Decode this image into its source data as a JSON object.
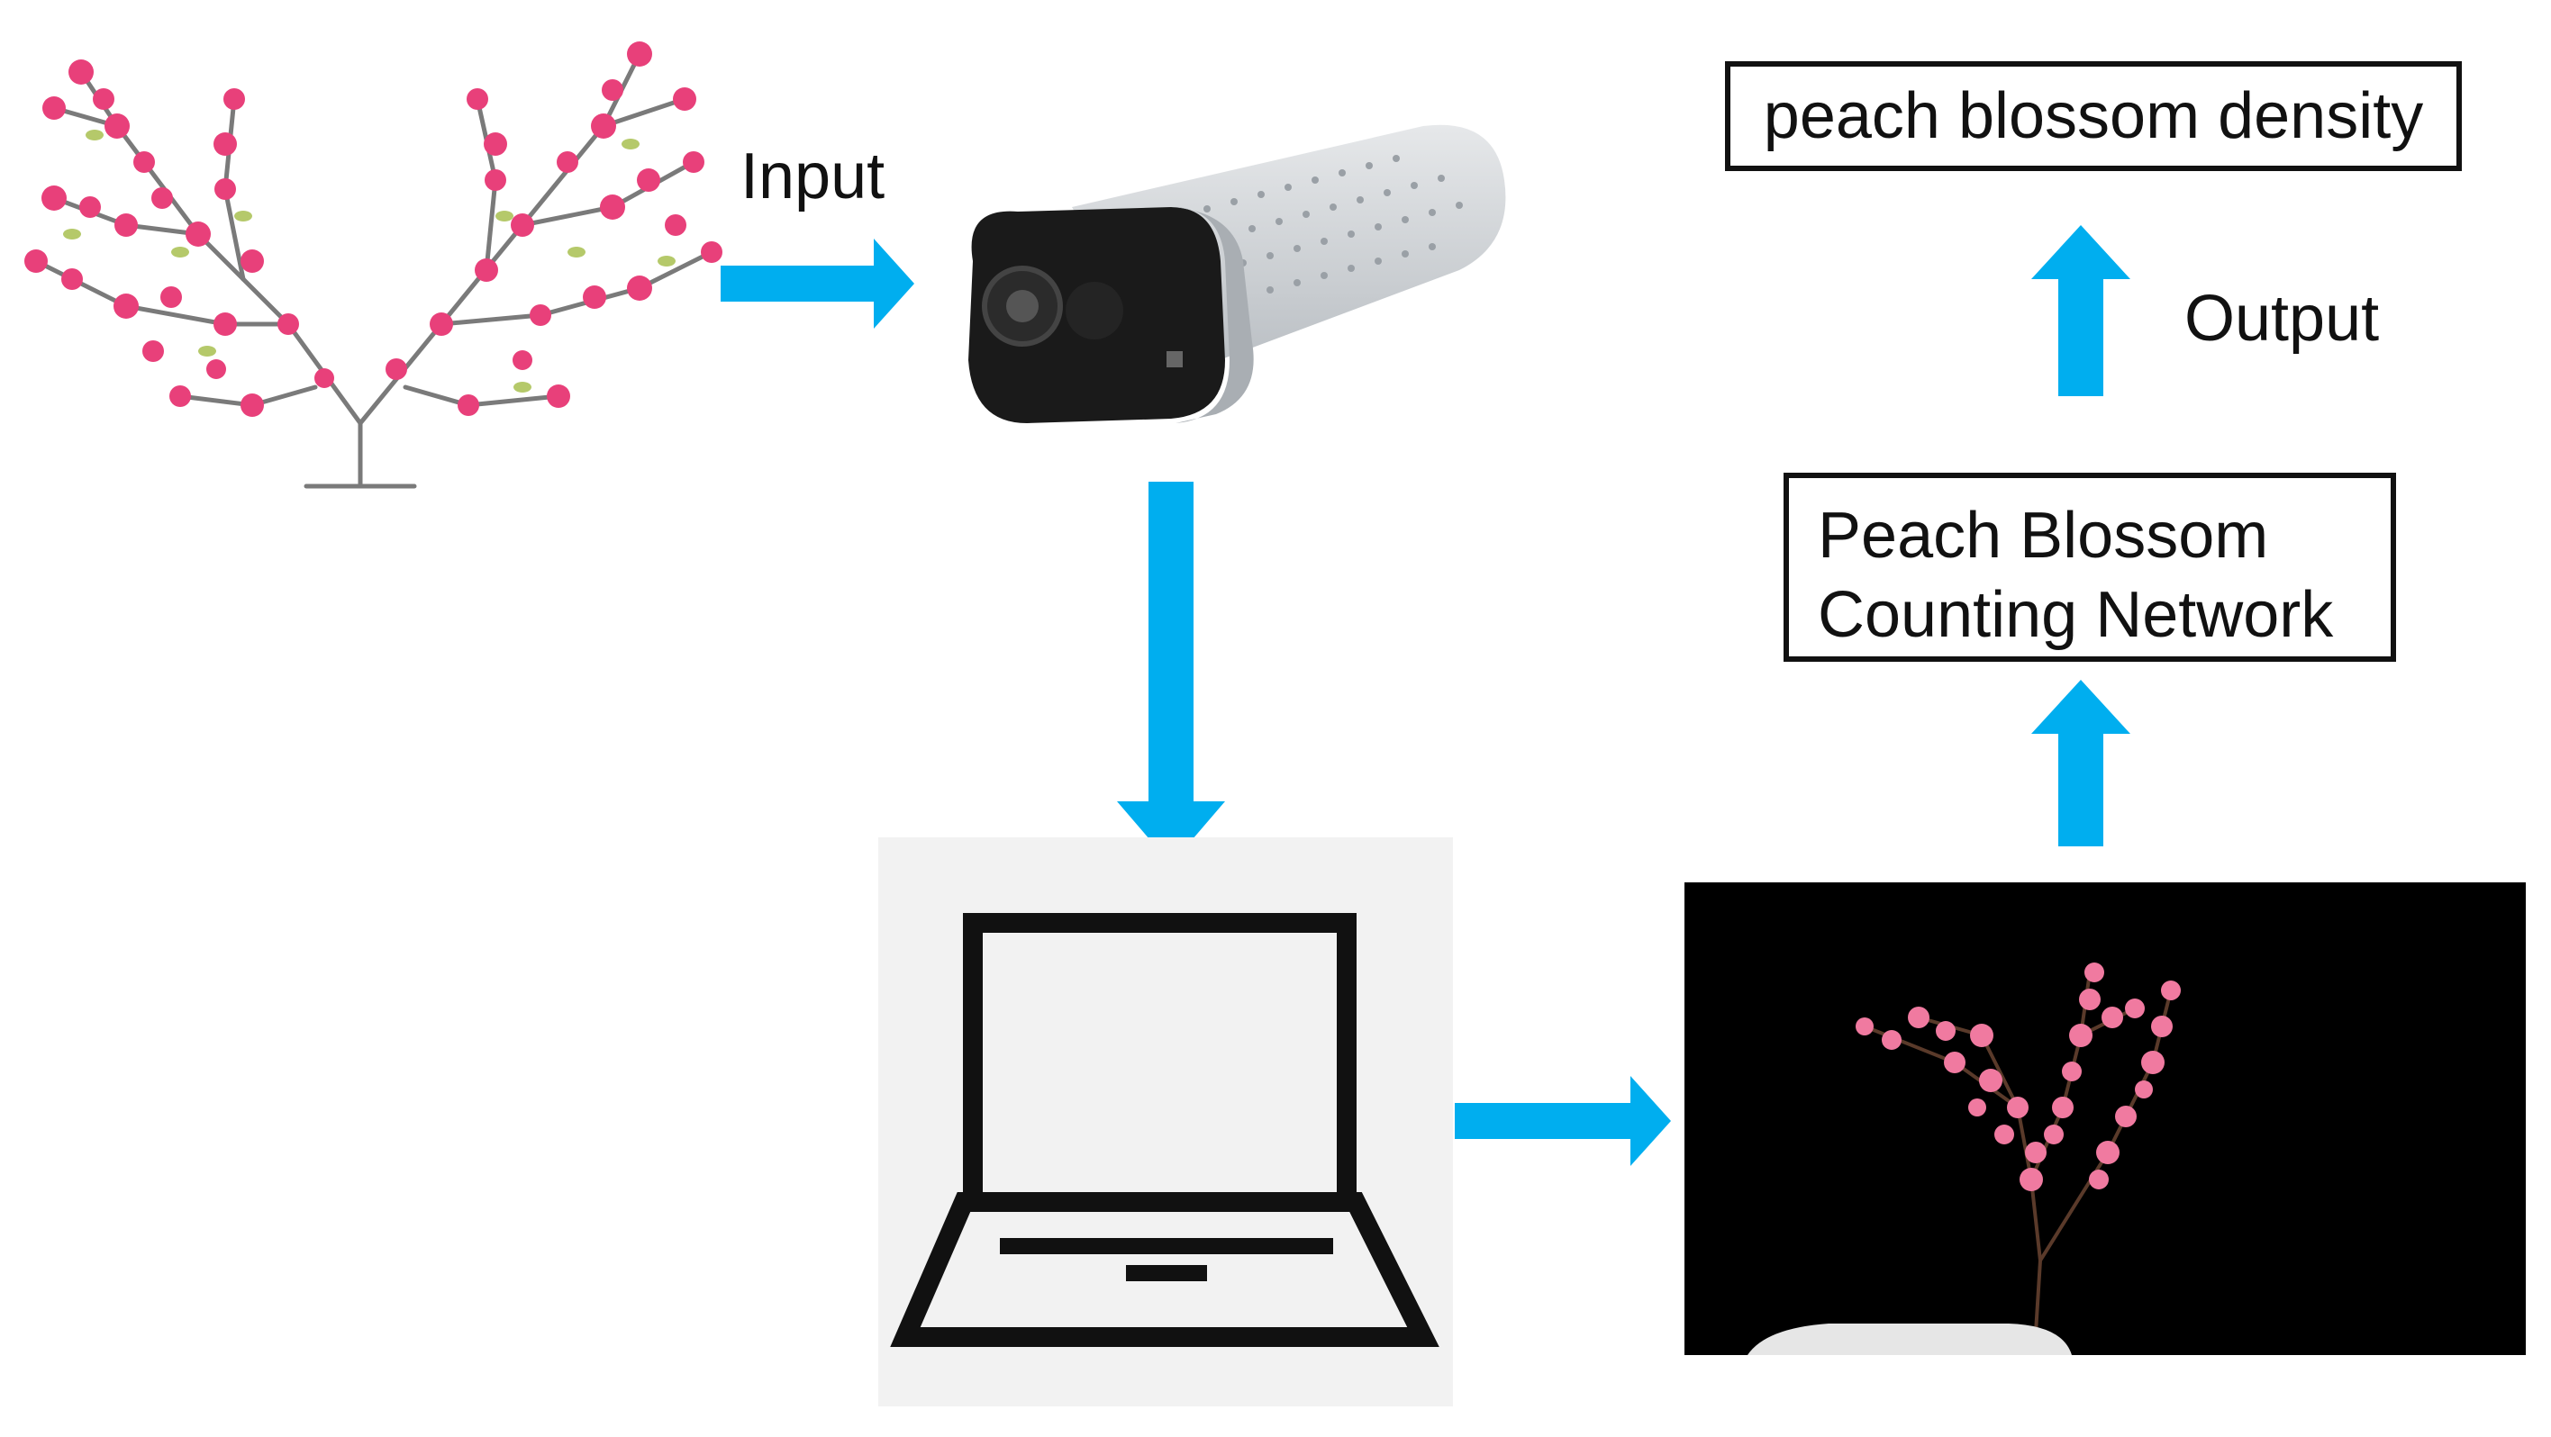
{
  "labels": {
    "input": "Input",
    "output": "Output"
  },
  "boxes": {
    "density": "peach blossom density",
    "network_line1": "Peach Blossom",
    "network_line2": "Counting Network"
  },
  "colors": {
    "arrow": "#00AEEF",
    "blossom": "#E8407A",
    "leaf": "#B5C96A",
    "branch": "#7A7A7A",
    "photo_background": "#000000",
    "laptop_panel": "#F2F2F2",
    "camera_body": "#C9CDD1"
  },
  "icons": [
    "tree-illustration",
    "depth-camera-icon",
    "laptop-icon",
    "blossom-photo"
  ]
}
